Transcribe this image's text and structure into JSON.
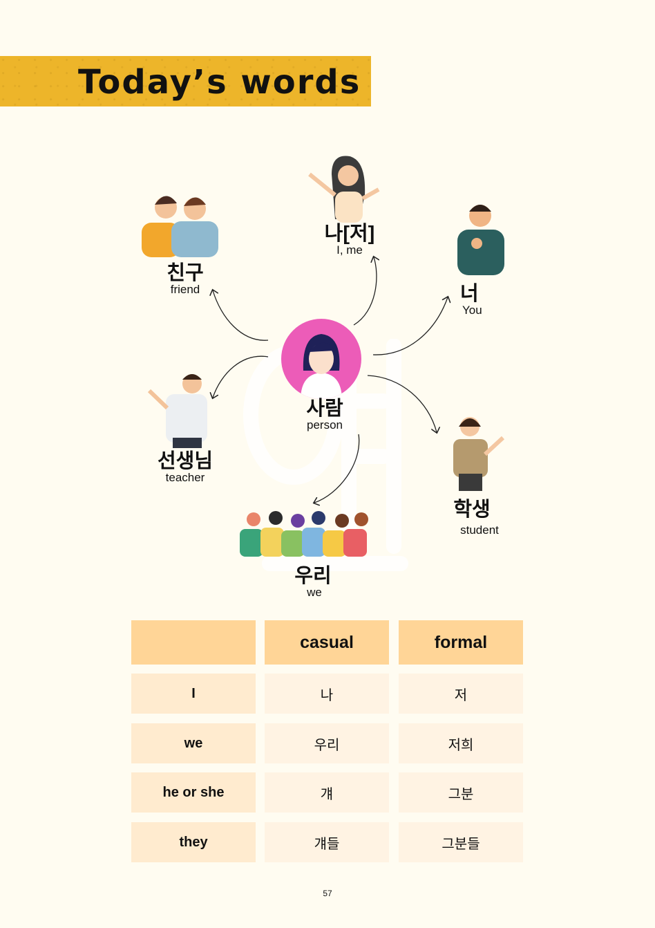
{
  "title": "Today’s words",
  "watermark": "예",
  "center": {
    "korean": "사람",
    "english": "person"
  },
  "words": [
    {
      "korean": "친구",
      "english": "friend"
    },
    {
      "korean": "나[저]",
      "english": "I, me"
    },
    {
      "korean": "너",
      "english": "You"
    },
    {
      "korean": "선생님",
      "english": "teacher"
    },
    {
      "korean": "학생",
      "english": "student"
    },
    {
      "korean": "우리",
      "english": "we"
    }
  ],
  "table": {
    "headers": [
      "",
      "casual",
      "formal"
    ],
    "rows": [
      [
        "I",
        "나",
        "저"
      ],
      [
        "we",
        "우리",
        "저희"
      ],
      [
        "he or she",
        "걔",
        "그분"
      ],
      [
        "they",
        "걔들",
        "그분들"
      ]
    ]
  },
  "page_number": "57"
}
